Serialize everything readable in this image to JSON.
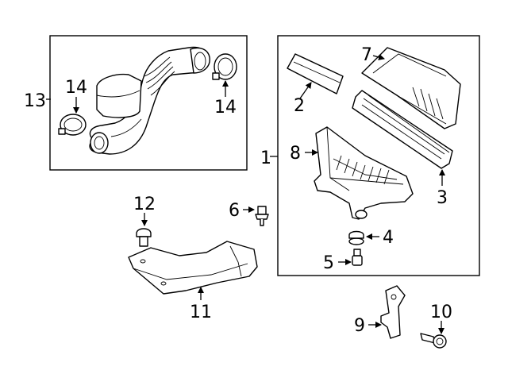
{
  "diagram": {
    "callouts": {
      "c1": "1",
      "c2": "2",
      "c3": "3",
      "c4": "4",
      "c5": "5",
      "c6": "6",
      "c7": "7",
      "c8": "8",
      "c9": "9",
      "c10": "10",
      "c11": "11",
      "c12": "12",
      "c13": "13",
      "c14a": "14",
      "c14b": "14"
    }
  }
}
